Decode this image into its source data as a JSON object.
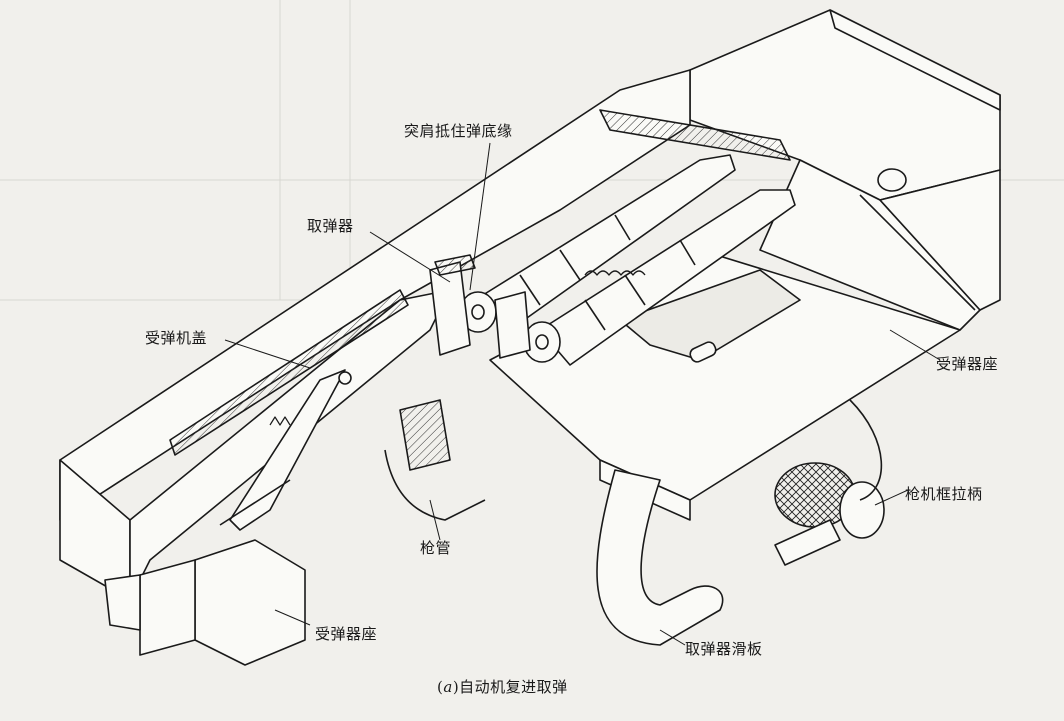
{
  "labels": {
    "shoulder": "突肩抵住弹底缘",
    "extractor": "取弹器",
    "feed_cover": "受弹机盖",
    "receiver_seat_right": "受弹器座",
    "charging_handle": "枪机框拉柄",
    "barrel": "枪管",
    "receiver_seat_bottom": "受弹器座",
    "extractor_slide": "取弹器滑板"
  },
  "caption": {
    "prefix": "(",
    "letter": "a",
    "text": ")自动机复进取弹"
  }
}
